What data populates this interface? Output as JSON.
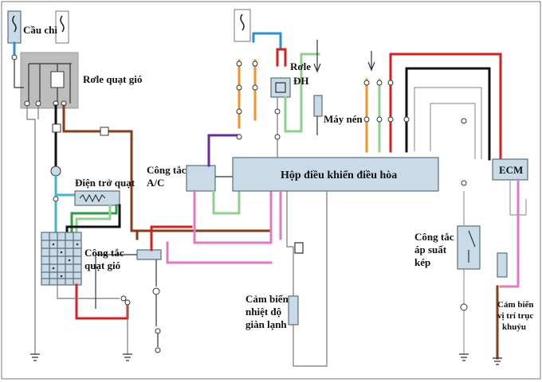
{
  "diagram": {
    "labels": {
      "fuse": "Cầu chì",
      "fan_relay": "Rơle quạt gió",
      "ac_relay_line1": "Rơle",
      "ac_relay_line2": "ĐH",
      "compressor": "Máy nén",
      "fan_resistor": "Điện trở quạt",
      "ac_switch_line1": "Công tắc",
      "ac_switch_line2": "A/C",
      "ac_controller": "Hộp điều khiển  điều hòa",
      "ecm": "ECM",
      "fan_switch_line1": "Công tắc",
      "fan_switch_line2": "quạt gió",
      "dual_pressure_switch_line1": "Công tắc",
      "dual_pressure_switch_line2": "áp suất",
      "dual_pressure_switch_line3": "kép",
      "evaporator_sensor_line1": "Cảm biến",
      "evaporator_sensor_line2": "nhiệt độ",
      "evaporator_sensor_line3": "giàn lạnh",
      "crank_sensor_line1": "Cảm biến",
      "crank_sensor_line2": "vị trí trục",
      "crank_sensor_line3": "khuỷu"
    },
    "wire_colors": {
      "black": "#111111",
      "red": "#d42020",
      "brown": "#8b3a16",
      "blue": "#2b8fd6",
      "cyan": "#39b7cf",
      "green": "#2e9e44",
      "light_green": "#8fd08a",
      "orange": "#f0922a",
      "pink": "#e07ac0",
      "purple": "#6a2c9a",
      "gray": "#9a9a9a",
      "white": "#d8d8d8"
    }
  }
}
